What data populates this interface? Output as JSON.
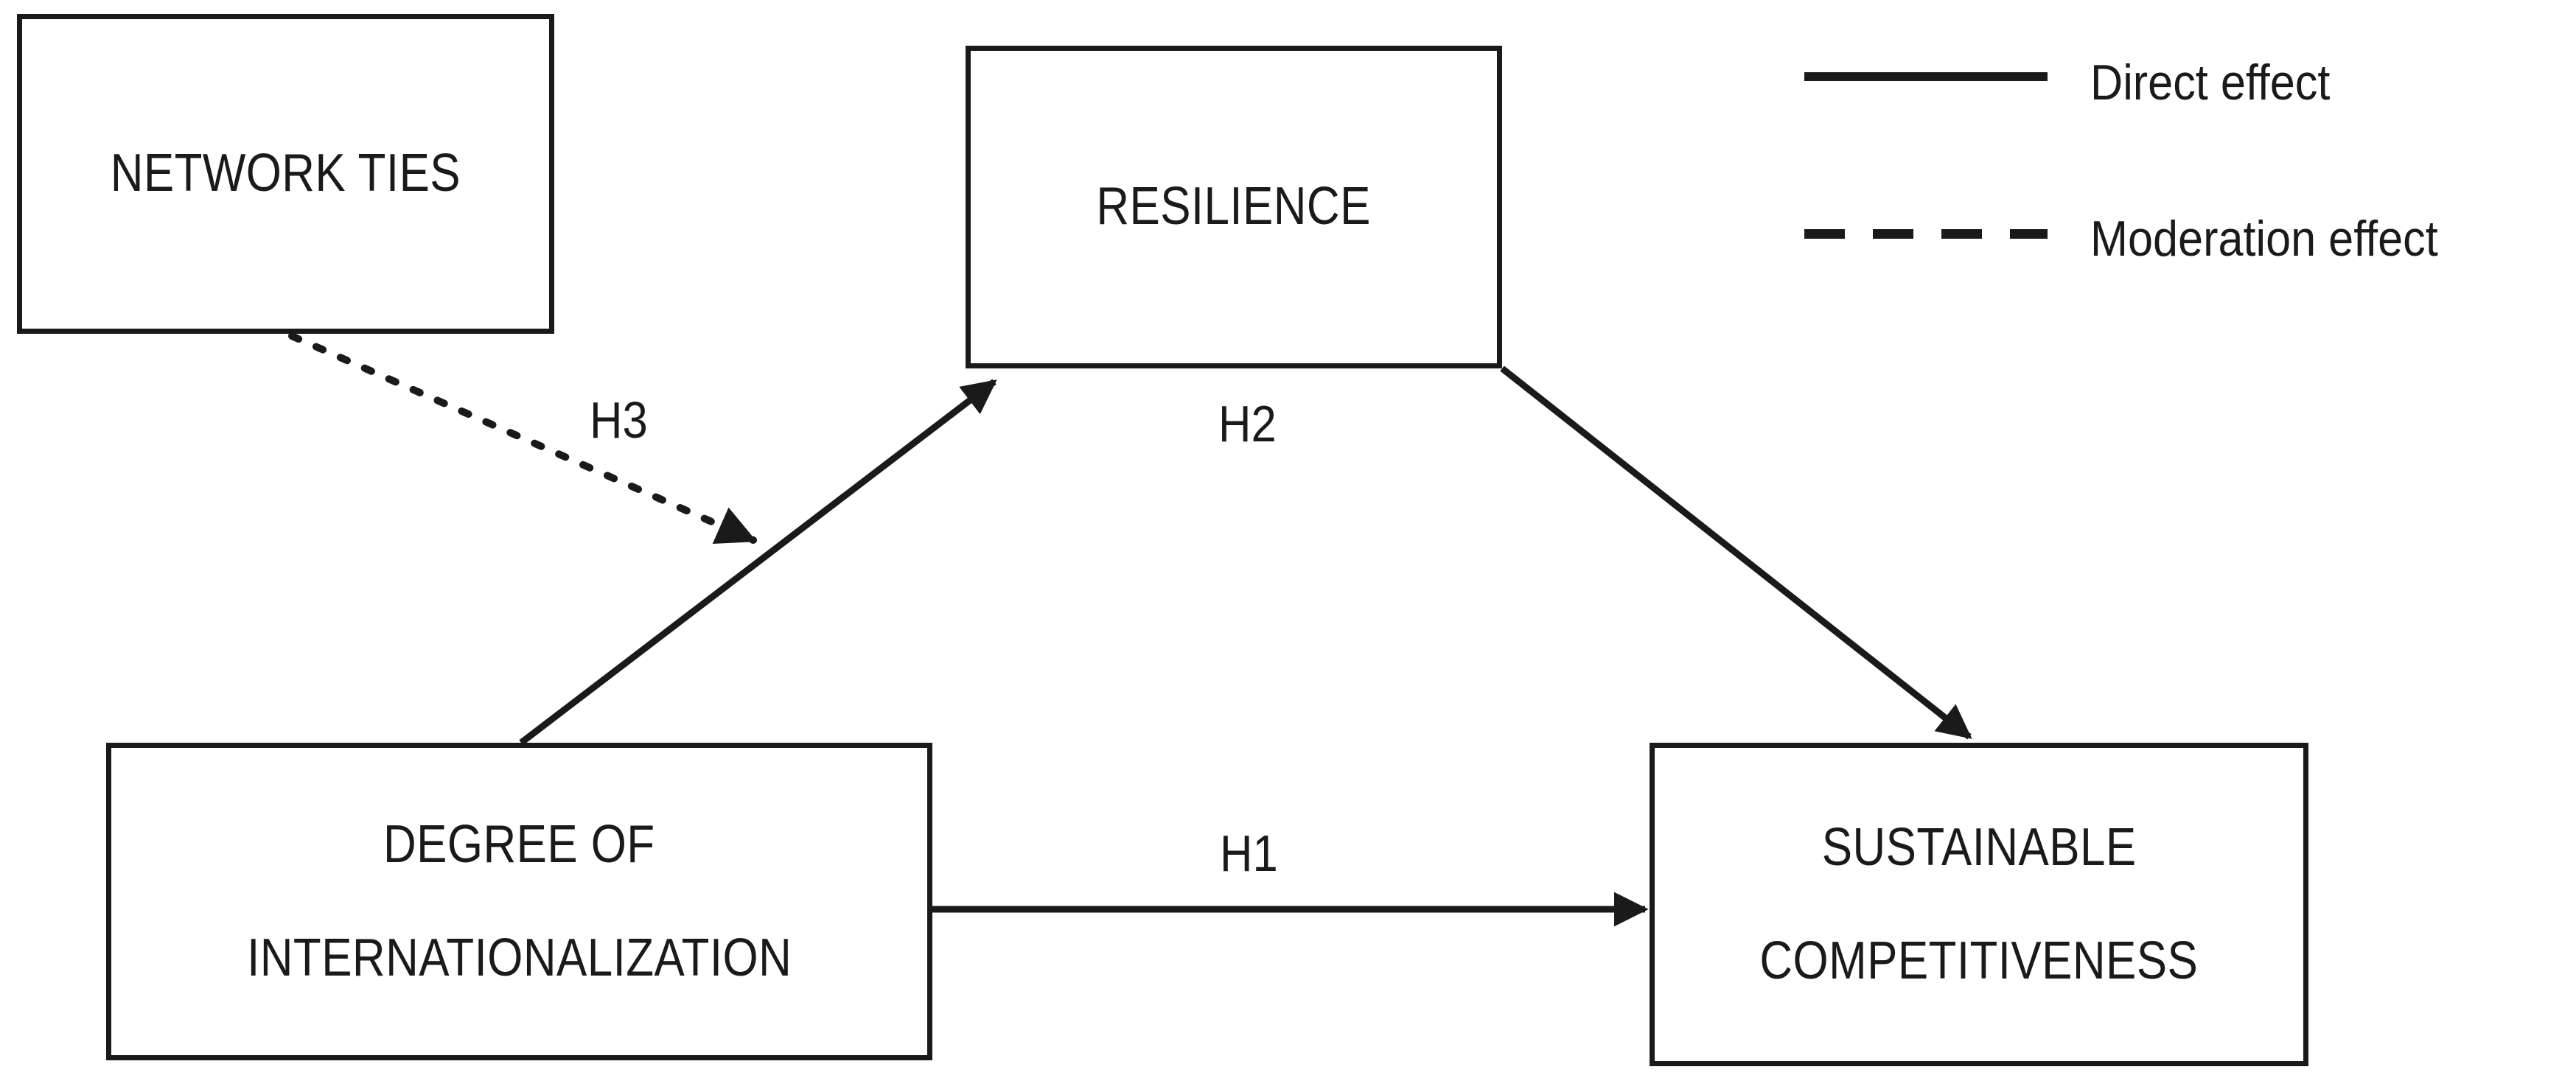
{
  "diagram": {
    "type": "conceptual-research-model",
    "nodes": [
      {
        "id": "network-ties",
        "label": "NETWORK TIES",
        "label2": ""
      },
      {
        "id": "resilience",
        "label": "RESILIENCE",
        "label2": ""
      },
      {
        "id": "degree-of-internationalization",
        "label": "DEGREE OF",
        "label2": "INTERNATIONALIZATION"
      },
      {
        "id": "sustainable-competitiveness",
        "label": "SUSTAINABLE",
        "label2": "COMPETITIVENESS"
      }
    ],
    "edges": [
      {
        "id": "h1",
        "label": "H1",
        "style": "solid",
        "from": "degree-of-internationalization",
        "to": "sustainable-competitiveness"
      },
      {
        "id": "h2",
        "label": "H2",
        "style": "solid",
        "from": "degree-of-internationalization",
        "to": "resilience"
      },
      {
        "id": "h3",
        "label": "H3",
        "style": "dotted",
        "from": "network-ties",
        "to": "h2-path"
      }
    ],
    "legend": [
      {
        "id": "direct-effect",
        "label": "Direct effect",
        "style": "solid"
      },
      {
        "id": "moderation-effect",
        "label": "Moderation effect",
        "style": "dashed"
      }
    ],
    "colors": {
      "stroke": "#1a1a1a",
      "background": "#ffffff",
      "text": "#1a1a1a"
    }
  }
}
